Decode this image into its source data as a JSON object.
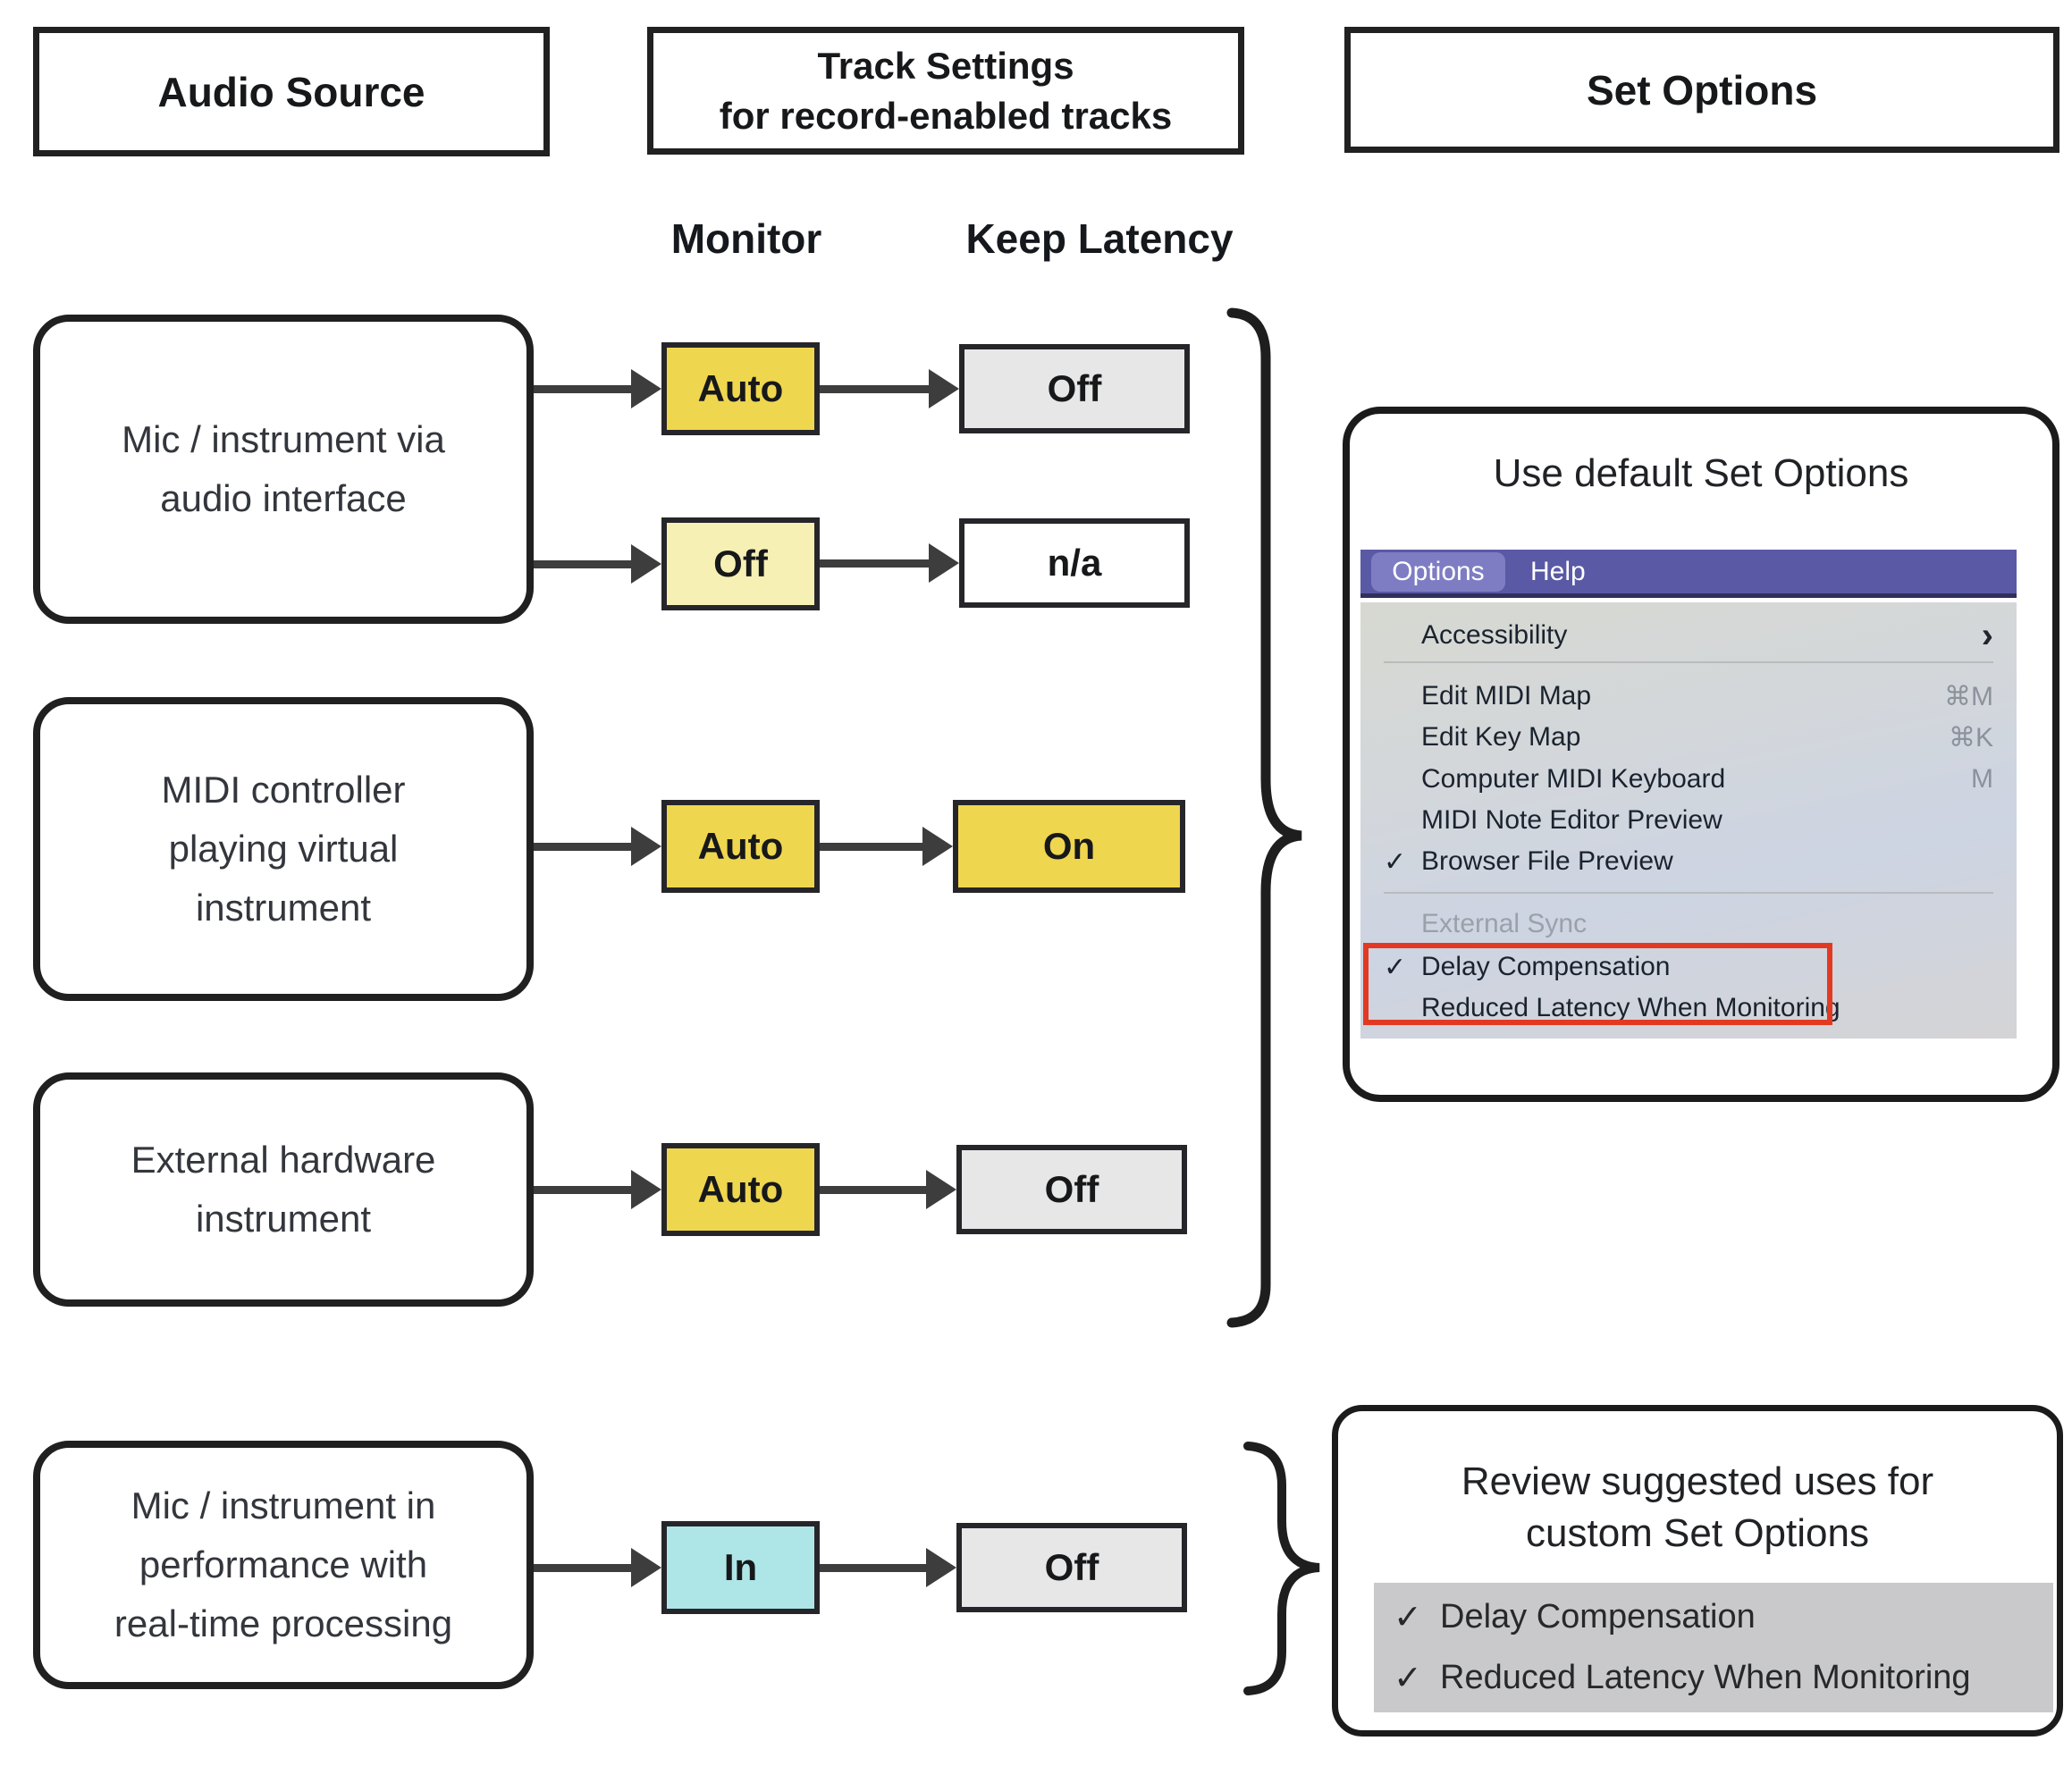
{
  "headers": {
    "audio_source": "Audio Source",
    "track_settings_line1": "Track Settings",
    "track_settings_line2": "for record-enabled tracks",
    "set_options": "Set Options"
  },
  "columns": {
    "monitor": "Monitor",
    "keep_latency": "Keep Latency"
  },
  "flow": {
    "rows": [
      {
        "source": [
          "Mic / instrument via",
          "audio interface"
        ],
        "branches": [
          {
            "monitor": "Auto",
            "monitor_color": "yellow",
            "latency": "Off",
            "latency_color": "gray"
          },
          {
            "monitor": "Off",
            "monitor_color": "pale",
            "latency": "n/a",
            "latency_color": "white"
          }
        ]
      },
      {
        "source": [
          "MIDI controller",
          "playing virtual",
          "instrument"
        ],
        "branches": [
          {
            "monitor": "Auto",
            "monitor_color": "yellow",
            "latency": "On",
            "latency_color": "yellow"
          }
        ]
      },
      {
        "source": [
          "External hardware",
          "instrument"
        ],
        "branches": [
          {
            "monitor": "Auto",
            "monitor_color": "yellow",
            "latency": "Off",
            "latency_color": "gray"
          }
        ]
      },
      {
        "source": [
          "Mic / instrument in",
          "performance with",
          "real-time processing"
        ],
        "branches": [
          {
            "monitor": "In",
            "monitor_color": "cyan",
            "latency": "Off",
            "latency_color": "gray"
          }
        ]
      }
    ]
  },
  "default_panel": {
    "title": "Use default Set Options",
    "menu_bar": {
      "options": "Options",
      "help": "Help"
    },
    "menu": {
      "check": "✓",
      "chevron": "›",
      "accessibility": "Accessibility",
      "edit_midi_map": "Edit MIDI Map",
      "edit_midi_map_shortcut": "⌘M",
      "edit_key_map": "Edit Key Map",
      "edit_key_map_shortcut": "⌘K",
      "computer_midi_keyboard": "Computer MIDI Keyboard",
      "computer_midi_keyboard_shortcut": "M",
      "midi_note_editor_preview": "MIDI Note Editor Preview",
      "browser_file_preview": "Browser File Preview",
      "external_sync": "External Sync",
      "delay_compensation": "Delay Compensation",
      "reduced_latency": "Reduced Latency When Monitoring"
    }
  },
  "custom_panel": {
    "title_line1": "Review suggested uses for",
    "title_line2": "custom Set Options",
    "check": "✓",
    "item1": "Delay Compensation",
    "item2": "Reduced Latency When Monitoring"
  },
  "colors": {
    "monitor_auto": "#efd64f",
    "monitor_off_pale": "#f6f0b4",
    "monitor_in_cyan": "#aee6e8",
    "latency_on_yellow": "#efd64f",
    "latency_off_gray": "#e7e7e7",
    "latency_na_white": "#ffffff",
    "menu_bar_purple": "#5a59a6",
    "menu_chip_purple": "#7e7dc3",
    "highlight_red": "#e23a22",
    "custom_box_gray": "#c9c9cb",
    "arrow_dark": "#3d3d3d"
  }
}
